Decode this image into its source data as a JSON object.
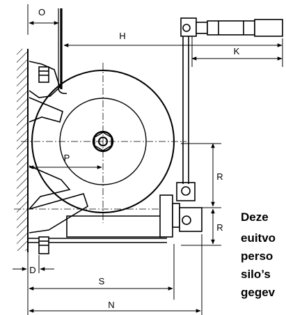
{
  "dimension_labels": {
    "O": "O",
    "H": "H",
    "K": "K",
    "P": "P",
    "R_upper": "R",
    "R_lower": "R",
    "D": "D",
    "S": "S",
    "N": "N"
  },
  "caption_lines": [
    "Deze",
    "euitvo",
    "perso",
    "silo’s",
    "gegev"
  ],
  "colors": {
    "ink": "#000000",
    "background": "#ffffff"
  }
}
